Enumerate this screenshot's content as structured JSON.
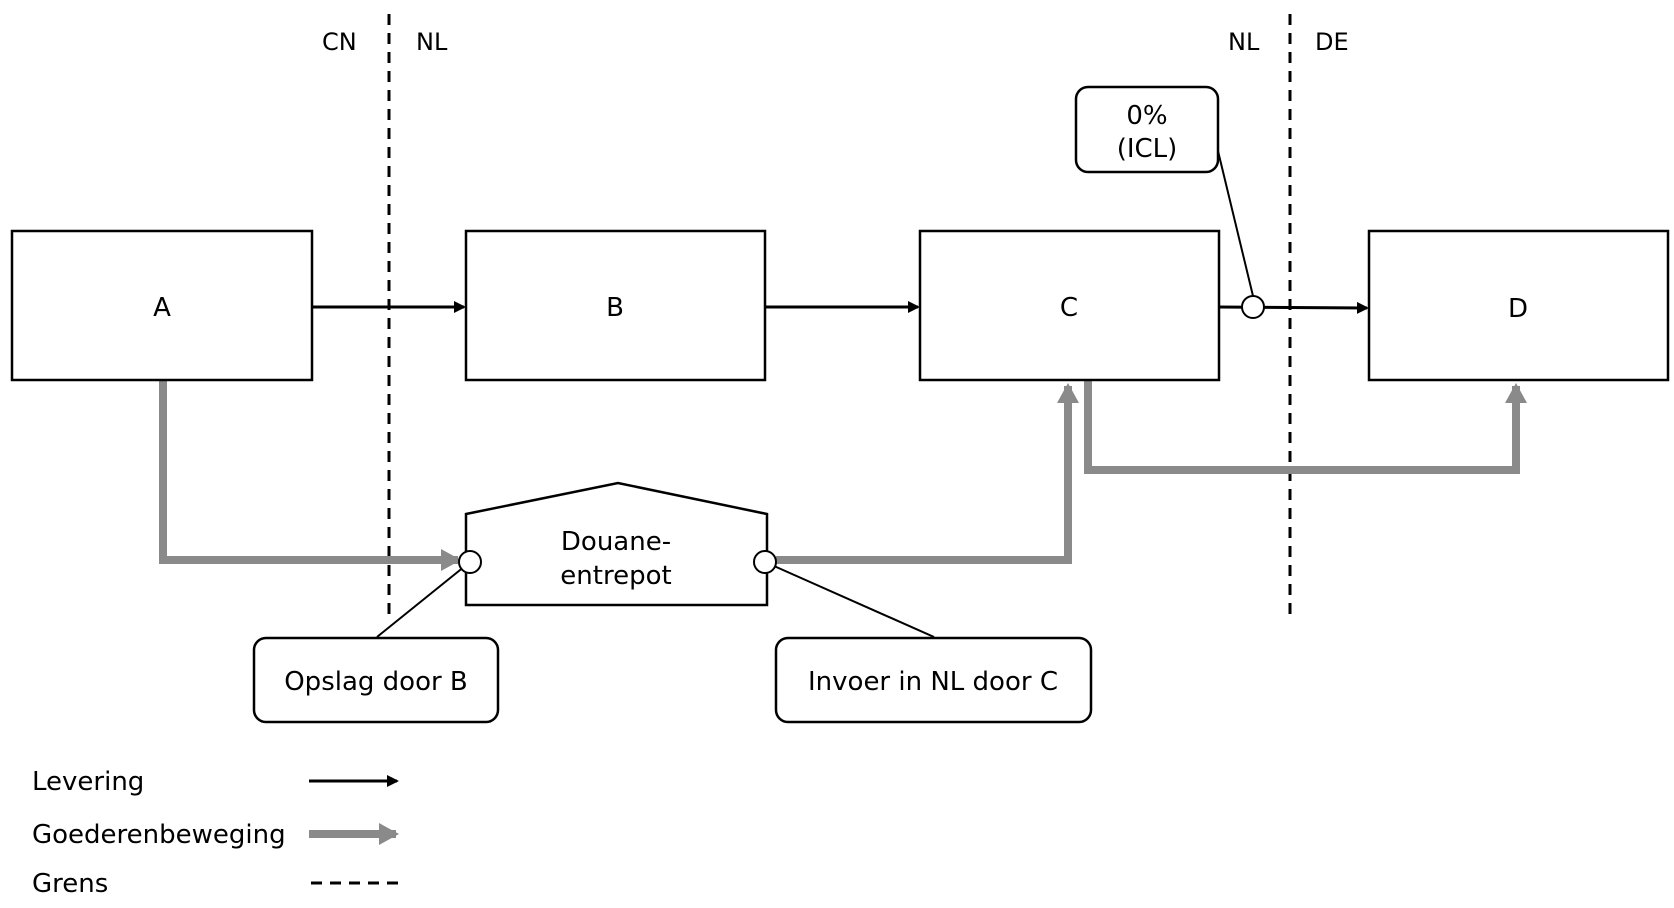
{
  "borders": {
    "left": {
      "west": "CN",
      "east": "NL"
    },
    "right": {
      "west": "NL",
      "east": "DE"
    }
  },
  "parties": {
    "a": "A",
    "b": "B",
    "c": "C",
    "d": "D"
  },
  "warehouse": {
    "line1": "Douane-",
    "line2": "entrepot"
  },
  "callouts": {
    "icl_line1": "0%",
    "icl_line2": "(ICL)",
    "storage": "Opslag door B",
    "import": "Invoer in NL door C"
  },
  "legend": {
    "delivery": "Levering",
    "goods_movement": "Goederenbeweging",
    "border": "Grens"
  },
  "colors": {
    "delivery": "#000000",
    "goods_movement": "#8a8a8a",
    "border": "#000000"
  }
}
